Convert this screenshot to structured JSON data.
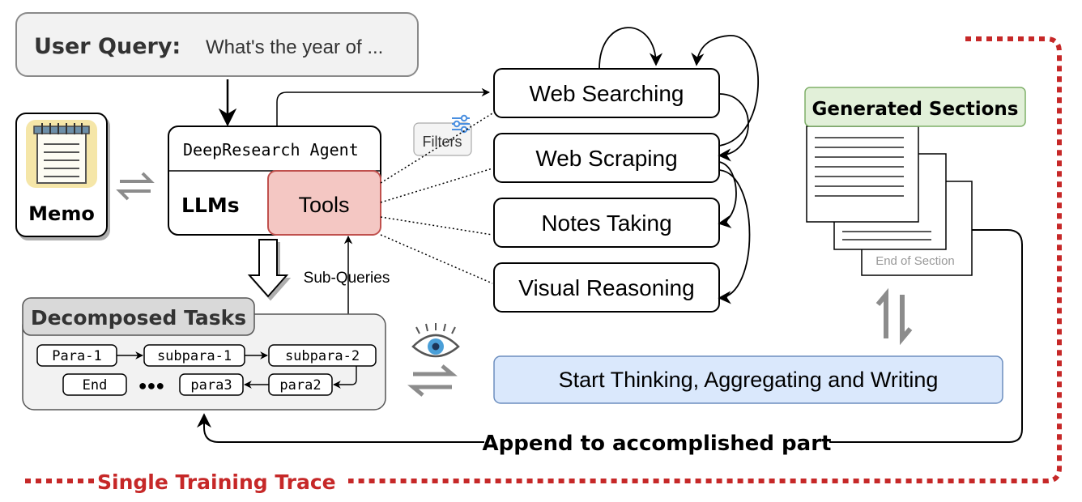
{
  "user_query": {
    "label": "User Query:",
    "text": "What's the year of ..."
  },
  "memo": {
    "label": "Memo"
  },
  "agent": {
    "title": "DeepResearch Agent",
    "llms": "LLMs",
    "tools": "Tools"
  },
  "filters": {
    "label": "Filters"
  },
  "tools_list": [
    "Web Searching",
    "Web Scraping",
    "Notes Taking",
    "Visual Reasoning"
  ],
  "sub_queries": "Sub-Queries",
  "decomposed": {
    "title": "Decomposed Tasks",
    "nodes": [
      "Para-1",
      "subpara-1",
      "subpara-2",
      "para2",
      "para3",
      "End"
    ],
    "ellipsis": "●●●"
  },
  "generated_sections": {
    "title": "Generated Sections",
    "end_of_section": "End of Section"
  },
  "start_thinking": "Start Thinking, Aggregating and Writing",
  "append": "Append to accomplished part",
  "single_trace": "Single Training Trace",
  "colors": {
    "trace_red": "#c62828",
    "tools_fill": "#f4c7c3",
    "tools_stroke": "#c0504d",
    "gen_fill": "#e2f0d9",
    "gen_stroke": "#7fb069",
    "think_fill": "#dae8fc",
    "think_stroke": "#6c8ebf",
    "panel_fill": "#f2f2f2",
    "panel_stroke": "#555555"
  }
}
